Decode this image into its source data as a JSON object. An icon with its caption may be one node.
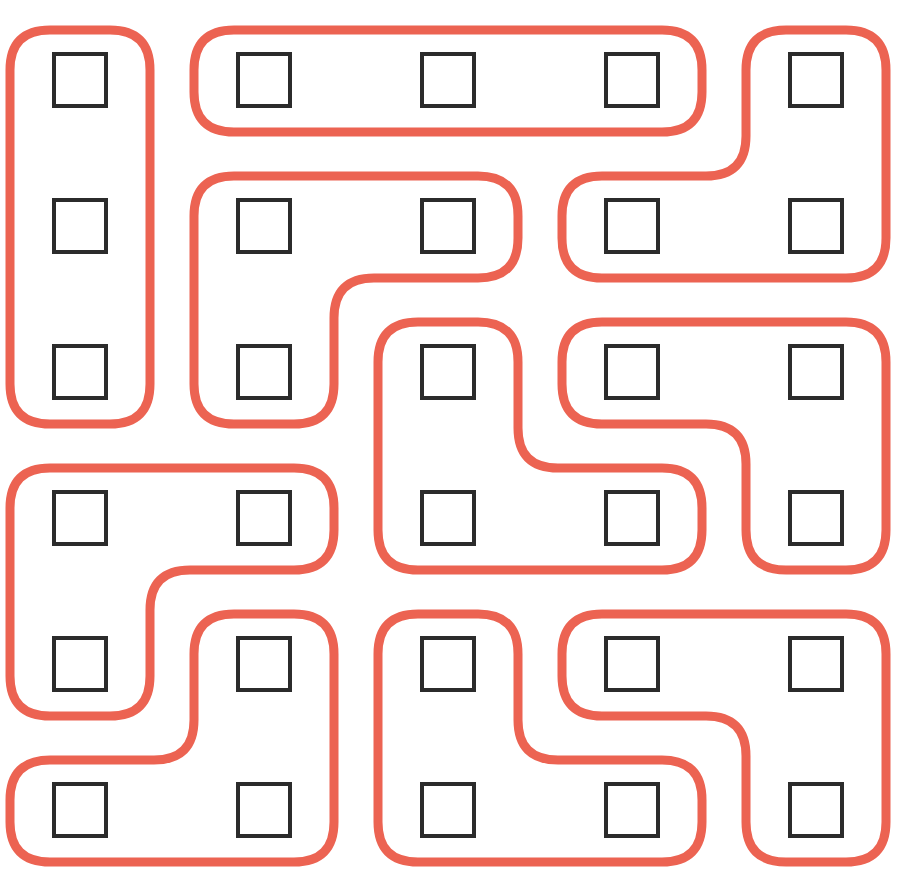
{
  "diagram": {
    "nodes": [
      {
        "text": [],
        "shape": "blob"
      },
      {
        "text": [],
        "shape": "blob"
      },
      {
        "text": [],
        "shape": "blob"
      },
      {
        "text": [],
        "shape": "blob"
      },
      {
        "text": [],
        "shape": "blob"
      },
      {
        "text": [],
        "shape": "blob"
      },
      {
        "text": [],
        "shape": "blob"
      },
      {
        "text": [],
        "shape": "blob"
      },
      {
        "text": [],
        "shape": "blob"
      },
      {
        "text": [],
        "shape": "blob"
      },
      {
        "text": [],
        "shape": "box",
        "in": 0
      },
      {
        "text": [],
        "shape": "box",
        "in": 1
      },
      {
        "text": [],
        "shape": "box",
        "in": 1
      },
      {
        "text": [],
        "shape": "box",
        "in": 1
      },
      {
        "text": [],
        "shape": "box",
        "in": 2
      },
      {
        "text": [],
        "shape": "box",
        "in": 0
      },
      {
        "text": [],
        "shape": "box",
        "in": 3
      },
      {
        "text": [],
        "shape": "box",
        "in": 3
      },
      {
        "text": [],
        "shape": "box",
        "in": 2
      },
      {
        "text": [],
        "shape": "box",
        "in": 2
      },
      {
        "text": [],
        "shape": "box",
        "in": 0
      },
      {
        "text": [],
        "shape": "box",
        "in": 3
      },
      {
        "text": [],
        "shape": "box",
        "in": 4
      },
      {
        "text": [],
        "shape": "box",
        "in": 5
      },
      {
        "text": [],
        "shape": "box",
        "in": 5
      },
      {
        "text": [],
        "shape": "box",
        "in": 6
      },
      {
        "text": [],
        "shape": "box",
        "in": 6
      },
      {
        "text": [],
        "shape": "box",
        "in": 4
      },
      {
        "text": [],
        "shape": "box",
        "in": 4
      },
      {
        "text": [],
        "shape": "box",
        "in": 5
      },
      {
        "text": [],
        "shape": "box",
        "in": 6
      },
      {
        "text": [],
        "shape": "box",
        "in": 7
      },
      {
        "text": [],
        "shape": "box",
        "in": 8
      },
      {
        "text": [],
        "shape": "box",
        "in": 9
      },
      {
        "text": [],
        "shape": "box",
        "in": 9
      },
      {
        "text": [],
        "shape": "box",
        "in": 7
      },
      {
        "text": [],
        "shape": "box",
        "in": 7
      },
      {
        "text": [],
        "shape": "box",
        "in": 8
      },
      {
        "text": [],
        "shape": "box",
        "in": 8
      },
      {
        "text": [],
        "shape": "box",
        "in": 9
      }
    ]
  }
}
